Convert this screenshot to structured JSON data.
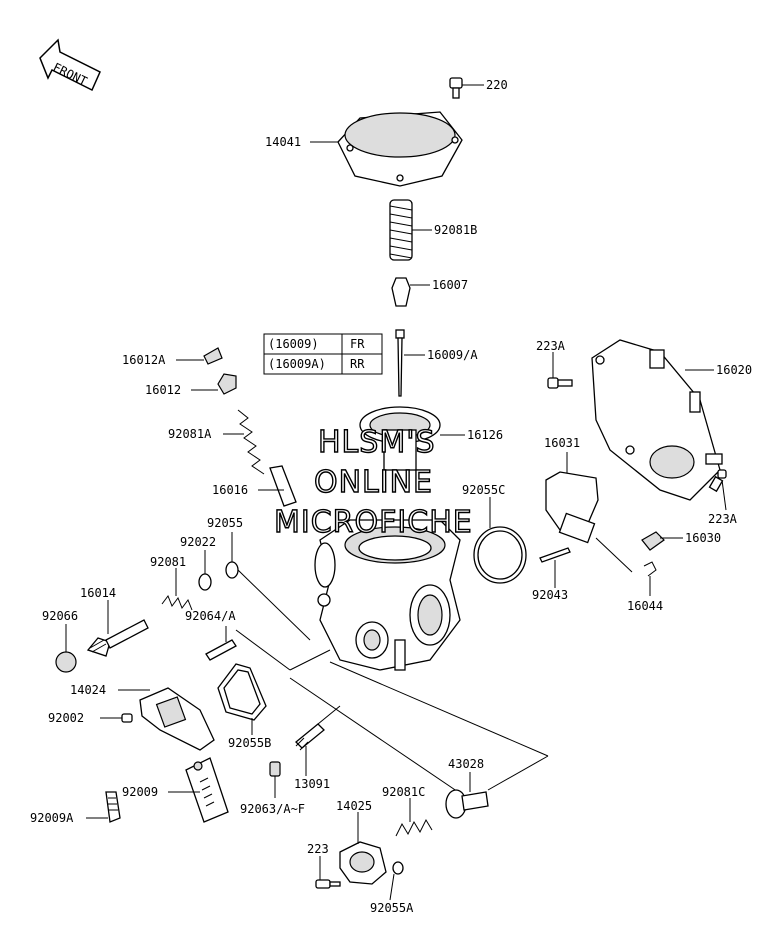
{
  "front_arrow": "FRONT",
  "watermark": [
    "HLSM'S",
    "ONLINE",
    "MICROFICHE"
  ],
  "table": [
    {
      "part": "(16009)",
      "loc": "FR"
    },
    {
      "part": "(16009A)",
      "loc": "RR"
    }
  ],
  "labels": {
    "p220": "220",
    "p14041": "14041",
    "p92081B": "92081B",
    "p16007": "16007",
    "p16009A": "16009/A",
    "p16012A": "16012A",
    "p16012": "16012",
    "p92081A": "92081A",
    "p16126": "16126",
    "p223A_top": "223A",
    "p16020": "16020",
    "p16031": "16031",
    "p16016": "16016",
    "p92055C": "92055C",
    "p92055": "92055",
    "p92022": "92022",
    "p92081": "92081",
    "p16014": "16014",
    "p92066": "92066",
    "p92064A": "92064/A",
    "p223A_right": "223A",
    "p16030": "16030",
    "p92043": "92043",
    "p16044": "16044",
    "p14024": "14024",
    "p92002": "92002",
    "p92055B": "92055B",
    "p13091": "13091",
    "p92009": "92009",
    "p92009A": "92009A",
    "p92063": "92063/A~F",
    "p43028": "43028",
    "p14025": "14025",
    "p92081C": "92081C",
    "p223": "223",
    "p92055A": "92055A"
  }
}
